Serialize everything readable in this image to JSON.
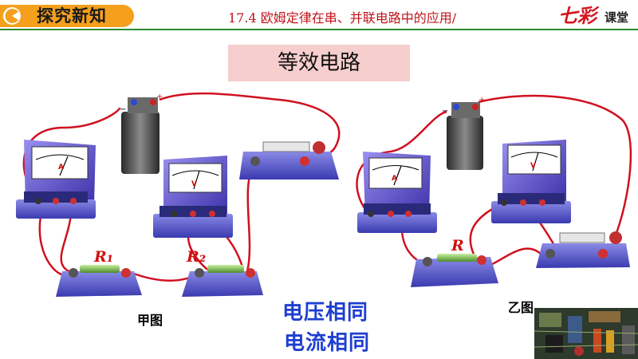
{
  "header": {
    "section_title": "探究新知",
    "lesson_title": "17.4 欧姆定律在串、并联电路中的应用/",
    "brand_qi": "七彩",
    "brand_rest": "课堂"
  },
  "topic": {
    "title": "等效电路"
  },
  "diagram_left": {
    "caption": "甲图",
    "r1_label": "R₁",
    "r2_label": "R₂",
    "ammeter_symbol": "A",
    "voltmeter_symbol": "V"
  },
  "diagram_right": {
    "caption": "乙图",
    "r_label": "R",
    "ammeter_symbol": "A",
    "voltmeter_symbol": "V"
  },
  "notes": {
    "line1": "电压相同",
    "line2": "电流相同"
  },
  "colors": {
    "accent_orange": "#f4a01c",
    "title_red": "#c0141a",
    "header_line_green": "#2e8b2e",
    "topic_bg": "#f6cece",
    "note_blue": "#1f3fd0",
    "wire_red": "#d01020"
  },
  "icons": {
    "header_badge": "pacman-circle-icon",
    "battery": "battery-icon",
    "ammeter": "ammeter-icon",
    "voltmeter": "voltmeter-icon",
    "switch": "knife-switch-icon",
    "resistor": "resistor-icon",
    "photo": "circuit-board-photo"
  }
}
